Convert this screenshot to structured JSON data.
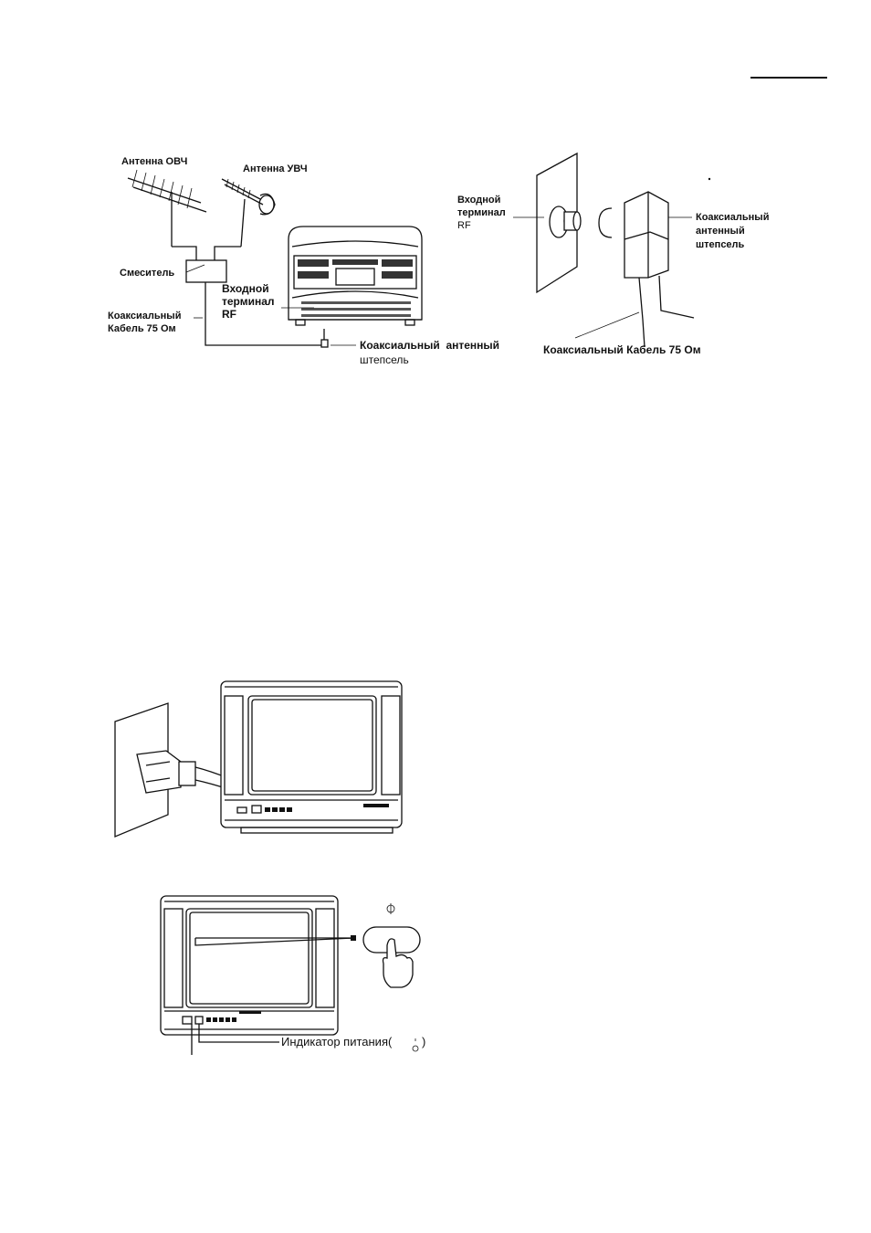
{
  "diagram_antenna": {
    "antenna_vhf": "Антенна ОВЧ",
    "antenna_uhf": "Антенна УВЧ",
    "mixer": "Смеситель",
    "rf_input_line1": "Входной",
    "rf_input_line2": "терминал",
    "rf_input_line3": "RF",
    "coax_cable_line1": "Коаксиальный",
    "coax_cable_line2": "Кабель 75 Ом",
    "coax_plug_line1": "Коаксиальный  антенный",
    "coax_plug_line2": "штепсель"
  },
  "diagram_plug": {
    "rf_input_line1": "Входной",
    "rf_input_line2": "терминал",
    "rf_input_line3": "RF",
    "coax_plug_line1": "Коаксиальный",
    "coax_plug_line2": "антенный",
    "coax_plug_line3": "штепсель",
    "coax_cable": "Коаксиальный Кабель 75 Ом"
  },
  "diagram_power": {
    "power_indicator": "Индикатор питания("
  }
}
